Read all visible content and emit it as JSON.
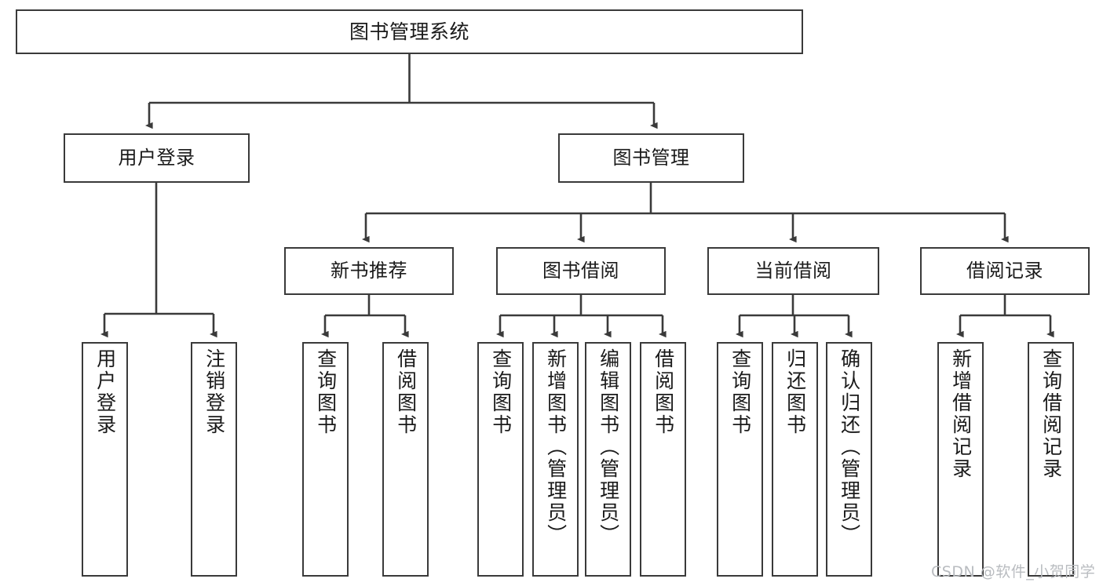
{
  "diagram": {
    "title": "图书管理系统",
    "type": "tree-hierarchy-functional-structure",
    "line_color": "#3a3a3a",
    "box_fill": "#ffffff",
    "text_color": "#1a1a1a",
    "watermark": "CSDN @软件_小贺同学",
    "nodes": {
      "root": {
        "label": "图书管理系统"
      },
      "level1": [
        {
          "label": "用户登录"
        },
        {
          "label": "图书管理"
        }
      ],
      "level2": [
        {
          "label": "新书推荐"
        },
        {
          "label": "图书借阅"
        },
        {
          "label": "当前借阅"
        },
        {
          "label": "借阅记录"
        }
      ],
      "leaves_user_login": [
        {
          "label": "用户登录"
        },
        {
          "label": "注销登录"
        }
      ],
      "leaves_new_book": [
        {
          "label": "查询图书"
        },
        {
          "label": "借阅图书"
        }
      ],
      "leaves_borrow": [
        {
          "label": "查询图书"
        },
        {
          "label": "新增图书（管理员）"
        },
        {
          "label": "编辑图书（管理员）"
        },
        {
          "label": "借阅图书"
        }
      ],
      "leaves_current": [
        {
          "label": "查询图书"
        },
        {
          "label": "归还图书"
        },
        {
          "label": "确认归还（管理员）"
        }
      ],
      "leaves_records": [
        {
          "label": "新增借阅记录"
        },
        {
          "label": "查询借阅记录"
        }
      ]
    }
  }
}
